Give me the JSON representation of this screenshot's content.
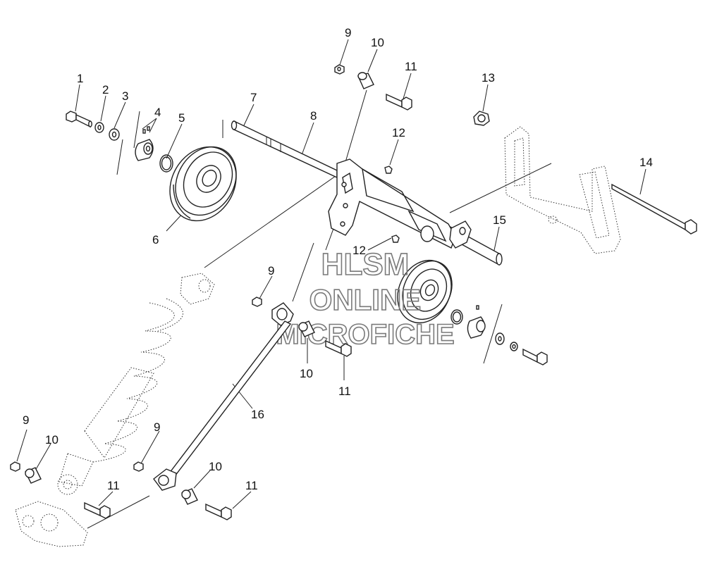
{
  "watermark": {
    "line1": "HLSM",
    "line2": "ONLINE",
    "line3": "MICROFICHE"
  },
  "callouts": [
    {
      "id": "c1",
      "text": "1"
    },
    {
      "id": "c2",
      "text": "2"
    },
    {
      "id": "c3",
      "text": "3"
    },
    {
      "id": "c4",
      "text": "4"
    },
    {
      "id": "c5",
      "text": "5"
    },
    {
      "id": "c6",
      "text": "6"
    },
    {
      "id": "c7",
      "text": "7"
    },
    {
      "id": "c8",
      "text": "8"
    },
    {
      "id": "c9a",
      "text": "9"
    },
    {
      "id": "c10a",
      "text": "10"
    },
    {
      "id": "c11a",
      "text": "11"
    },
    {
      "id": "c12a",
      "text": "12"
    },
    {
      "id": "c13",
      "text": "13"
    },
    {
      "id": "c14",
      "text": "14"
    },
    {
      "id": "c15",
      "text": "15"
    },
    {
      "id": "c12b",
      "text": "12"
    },
    {
      "id": "c9b",
      "text": "9"
    },
    {
      "id": "c10b",
      "text": "10"
    },
    {
      "id": "c11b",
      "text": "11"
    },
    {
      "id": "c16",
      "text": "16"
    },
    {
      "id": "c9c",
      "text": "9"
    },
    {
      "id": "c10c",
      "text": "10"
    },
    {
      "id": "c9d",
      "text": "9"
    },
    {
      "id": "c10d",
      "text": "10"
    },
    {
      "id": "c11c",
      "text": "11"
    },
    {
      "id": "c11d",
      "text": "11"
    }
  ]
}
